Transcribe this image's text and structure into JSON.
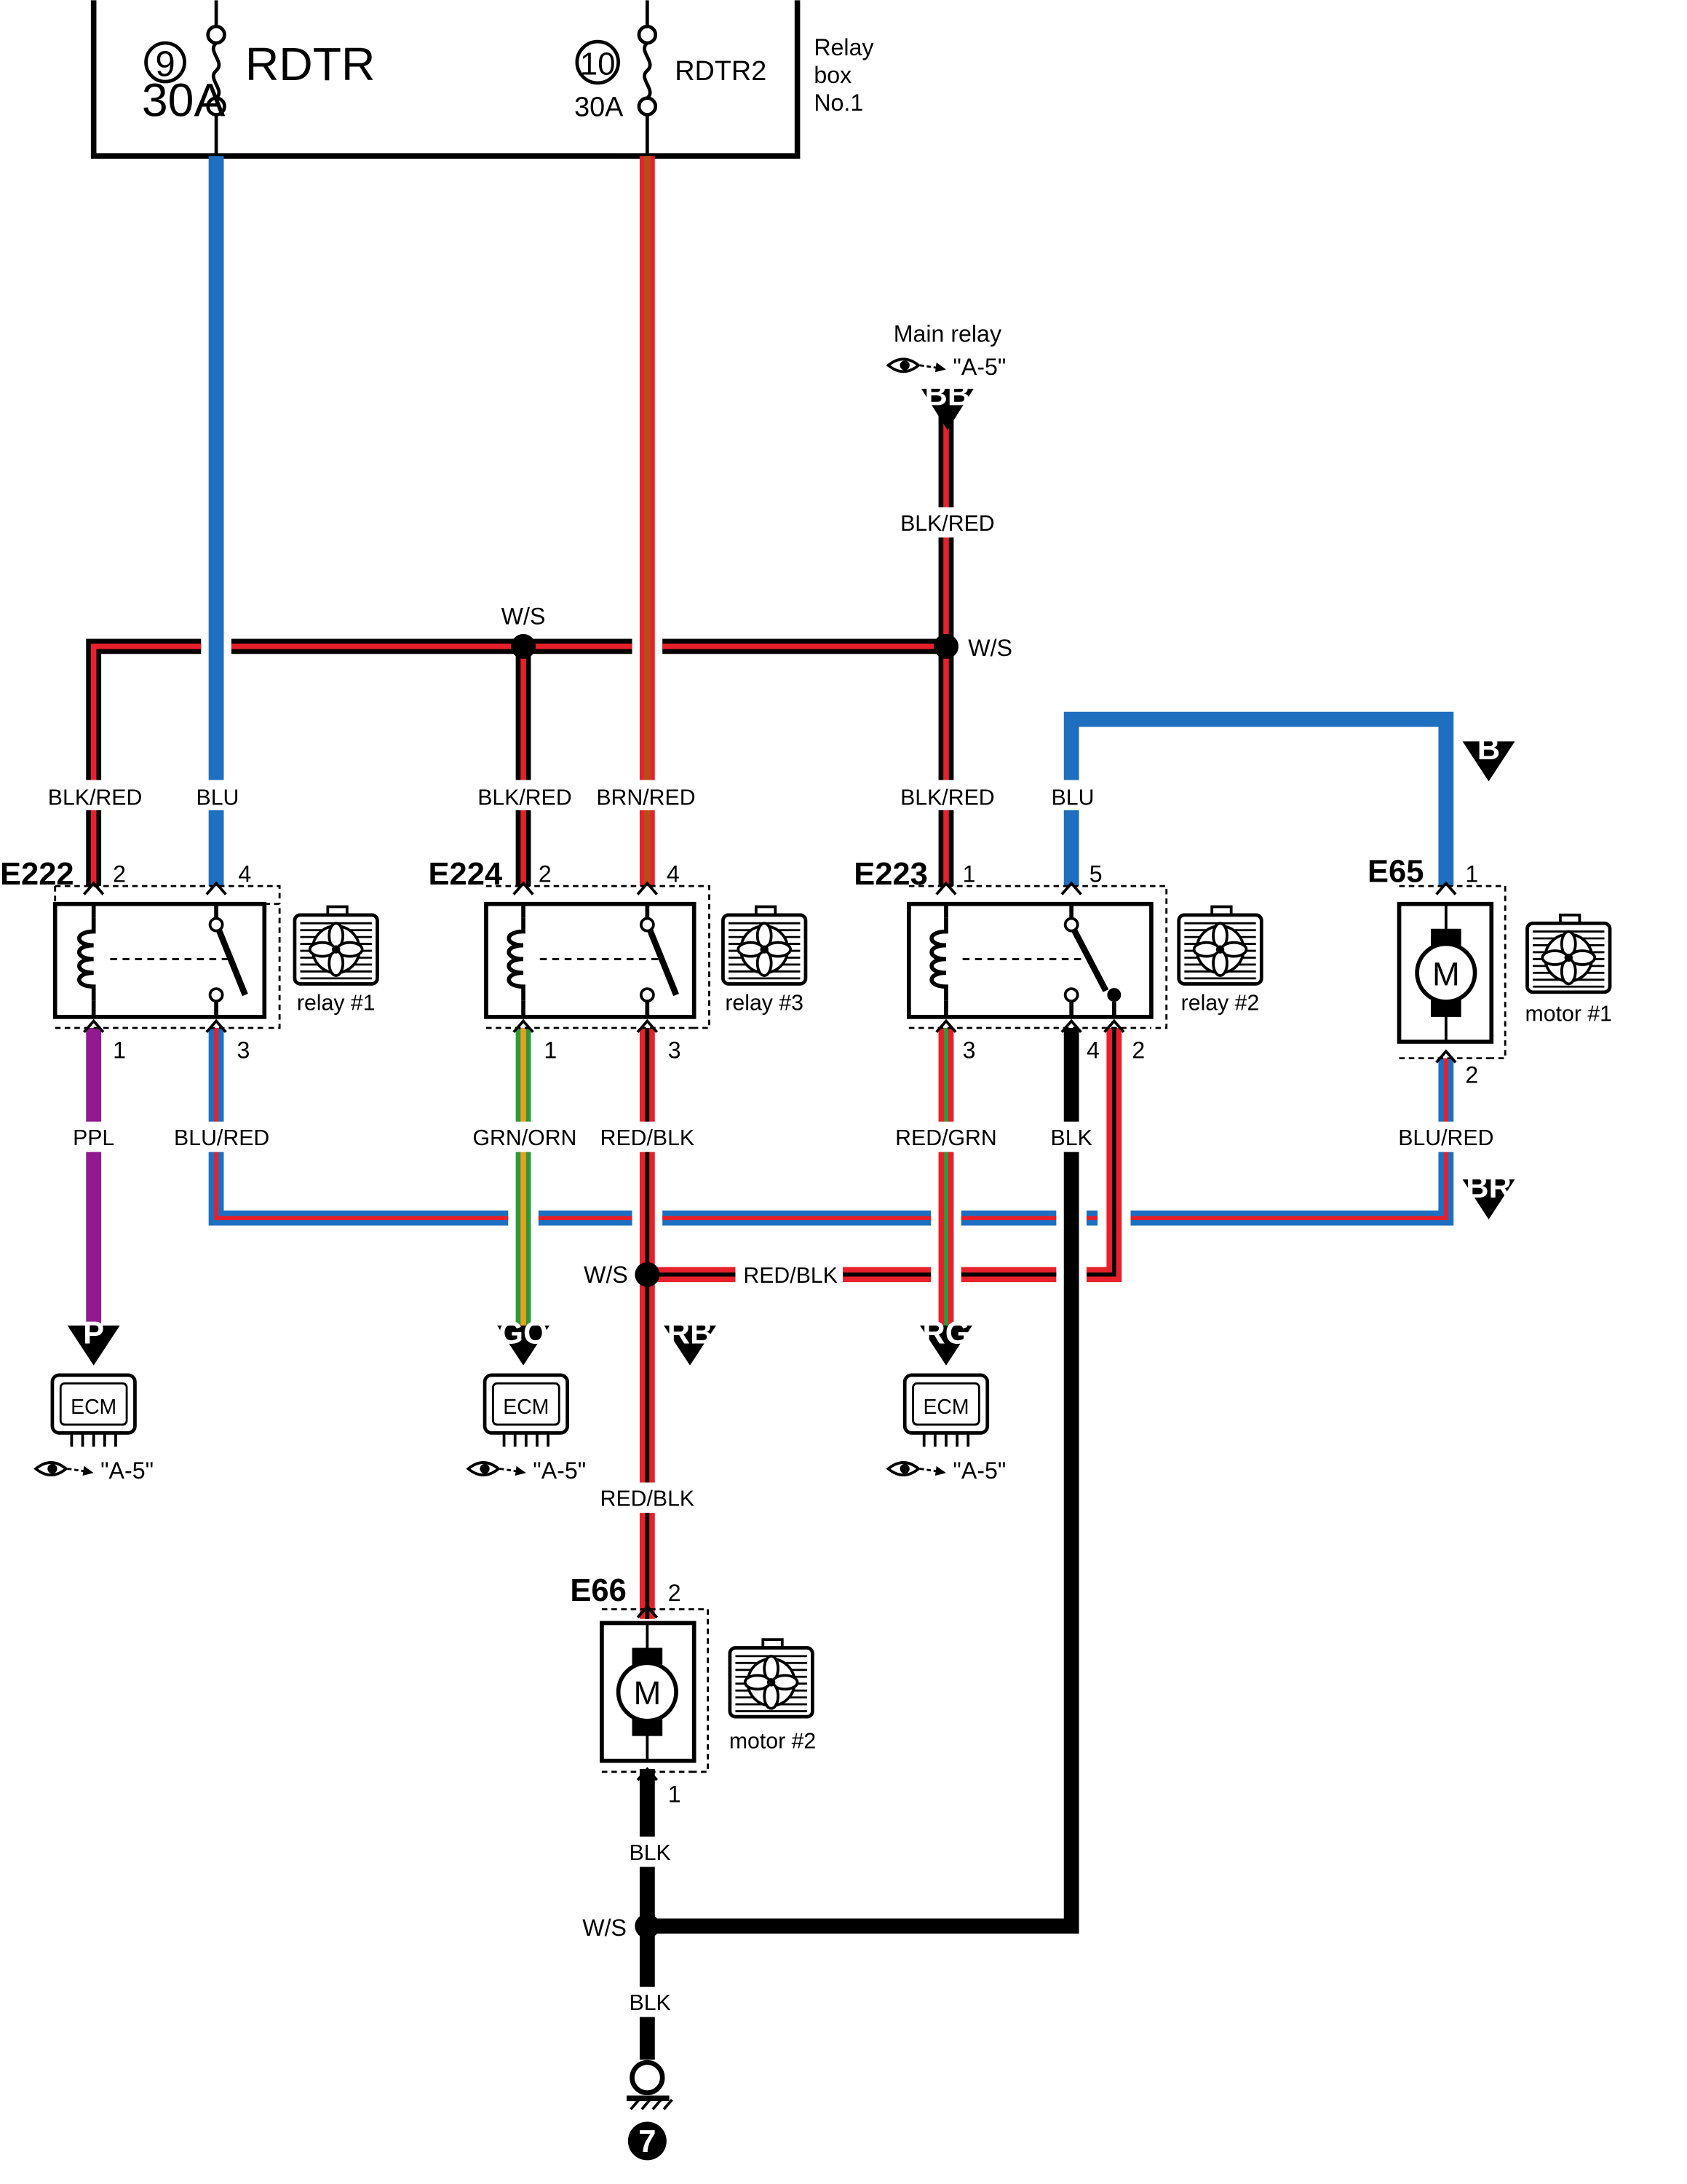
{
  "colors": {
    "blu": "#1f6fc0",
    "red": "#e8202b",
    "blk": "#000000",
    "brn": "#b94a1c",
    "ppl": "#92198f",
    "grn": "#2d9a3a",
    "orn": "#e7a020",
    "bg": "#ffffff"
  },
  "relay_box": {
    "fuses": [
      {
        "number": "9",
        "name": "RDTR",
        "rating": "30A"
      },
      {
        "number": "10",
        "name": "RDTR2",
        "rating": "30A"
      }
    ],
    "label": [
      "Relay",
      "box",
      "No.1"
    ]
  },
  "main_relay": {
    "label": "Main relay",
    "ref": "\"A-5\"",
    "tag": "BB",
    "wire": "BLK/RED"
  },
  "splices": {
    "ws_top_left": "W/S",
    "ws_top_right": "W/S",
    "ws_mid": "W/S",
    "ws_bottom": "W/S"
  },
  "wires": {
    "e222_p2": "BLK/RED",
    "e222_p4": "BLU",
    "e224_p2": "BLK/RED",
    "e224_p4": "BRN/RED",
    "e223_p1": "BLK/RED",
    "e223_p5": "BLU",
    "e222_p1": "PPL",
    "e222_p3": "BLU/RED",
    "e224_p1": "GRN/ORN",
    "e224_p3": "RED/BLK",
    "e223_p3": "RED/GRN",
    "e223_p4": "BLK",
    "e65_p2": "BLU/RED",
    "rb_branch": "RED/BLK",
    "e66_p2": "RED/BLK",
    "e66_p1": "BLK",
    "ground": "BLK"
  },
  "connectors": {
    "e222": {
      "id": "E222",
      "pins": [
        "2",
        "4",
        "1",
        "3"
      ],
      "name": "relay #1"
    },
    "e224": {
      "id": "E224",
      "pins": [
        "2",
        "4",
        "1",
        "3"
      ],
      "name": "relay #3"
    },
    "e223": {
      "id": "E223",
      "pins": [
        "1",
        "5",
        "3",
        "4",
        "2"
      ],
      "name": "relay #2"
    },
    "e65": {
      "id": "E65",
      "pins": [
        "1",
        "2"
      ],
      "name": "motor #1",
      "symbol": "M"
    },
    "e66": {
      "id": "E66",
      "pins": [
        "2",
        "1"
      ],
      "name": "motor #2",
      "symbol": "M"
    }
  },
  "tags": {
    "b": "B",
    "br": "BR",
    "p": "P",
    "go": "GO",
    "rb": "RB",
    "rg": "RG"
  },
  "ecms": [
    {
      "label": "ECM",
      "ref": "\"A-5\""
    },
    {
      "label": "ECM",
      "ref": "\"A-5\""
    },
    {
      "label": "ECM",
      "ref": "\"A-5\""
    }
  ],
  "ground": {
    "number": "7"
  },
  "icons": [
    "fuse-icon",
    "relay-coil-icon",
    "radiator-fan-icon",
    "motor-icon",
    "ecm-icon",
    "eye-reference-icon",
    "ground-icon"
  ]
}
